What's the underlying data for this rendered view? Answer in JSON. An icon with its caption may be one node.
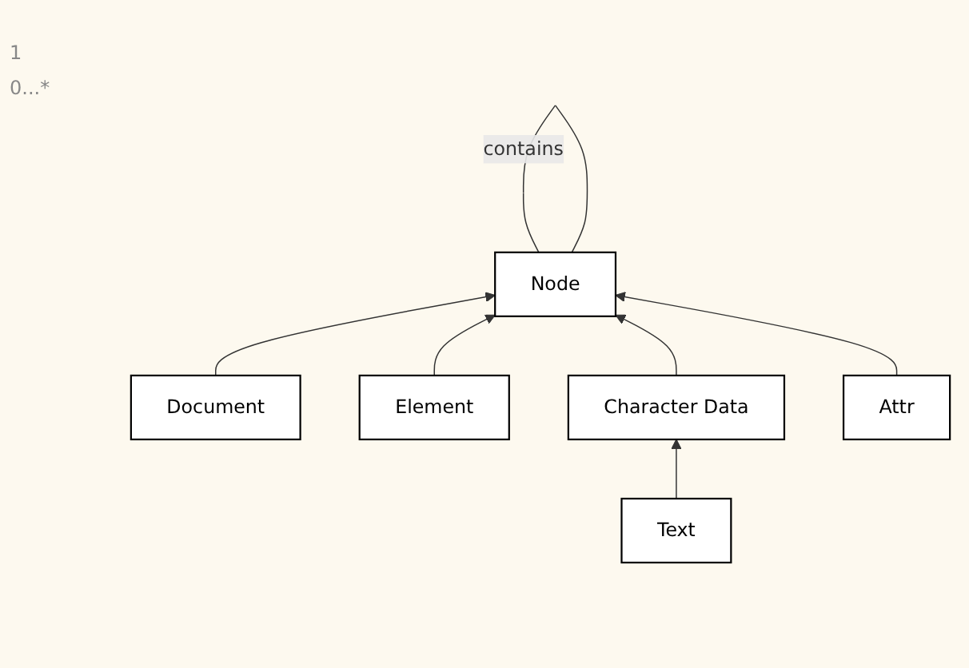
{
  "diagram": {
    "nodes": [
      {
        "text": [
          "Node"
        ]
      },
      {
        "text": [
          "Document"
        ]
      },
      {
        "text": [
          "Element"
        ]
      },
      {
        "text": [
          "Character Data"
        ]
      },
      {
        "text": [
          "Attr"
        ]
      },
      {
        "text": [
          "Text"
        ]
      }
    ],
    "edges": [
      {
        "from": 0,
        "to": 0,
        "arrow": "none",
        "label": "contains"
      },
      {
        "from": 1,
        "to": 0,
        "arrow": "to"
      },
      {
        "from": 2,
        "to": 0,
        "arrow": "to"
      },
      {
        "from": 3,
        "to": 0,
        "arrow": "to"
      },
      {
        "from": 4,
        "to": 0,
        "arrow": "to"
      },
      {
        "from": 5,
        "to": 3,
        "arrow": "to"
      }
    ],
    "labels": [
      "1",
      "0...*"
    ]
  }
}
